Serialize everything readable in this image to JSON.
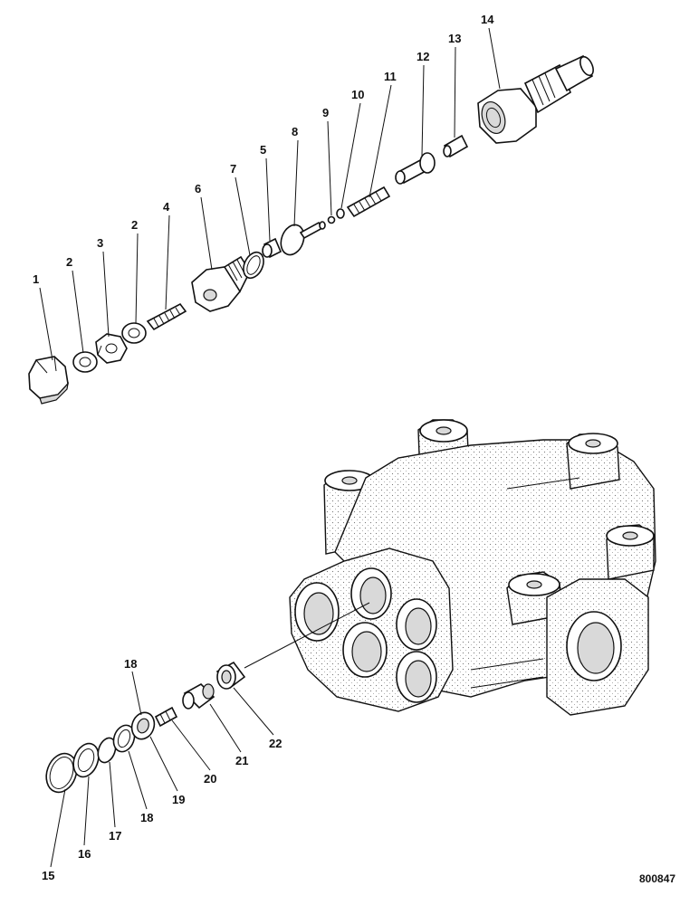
{
  "drawing": {
    "ref_number": "800847"
  },
  "callouts": {
    "c1": "1",
    "c2a": "2",
    "c3": "3",
    "c2b": "2",
    "c4": "4",
    "c6": "6",
    "c7": "7",
    "c5": "5",
    "c8": "8",
    "c9": "9",
    "c10": "10",
    "c11": "11",
    "c12": "12",
    "c13": "13",
    "c14": "14",
    "c18a": "18",
    "c15": "15",
    "c16": "16",
    "c17": "17",
    "c18b": "18",
    "c19": "19",
    "c20": "20",
    "c21": "21",
    "c22": "22"
  },
  "colors": {
    "ink": "#111111",
    "paper": "#ffffff",
    "shade": "#d9d9d9"
  }
}
